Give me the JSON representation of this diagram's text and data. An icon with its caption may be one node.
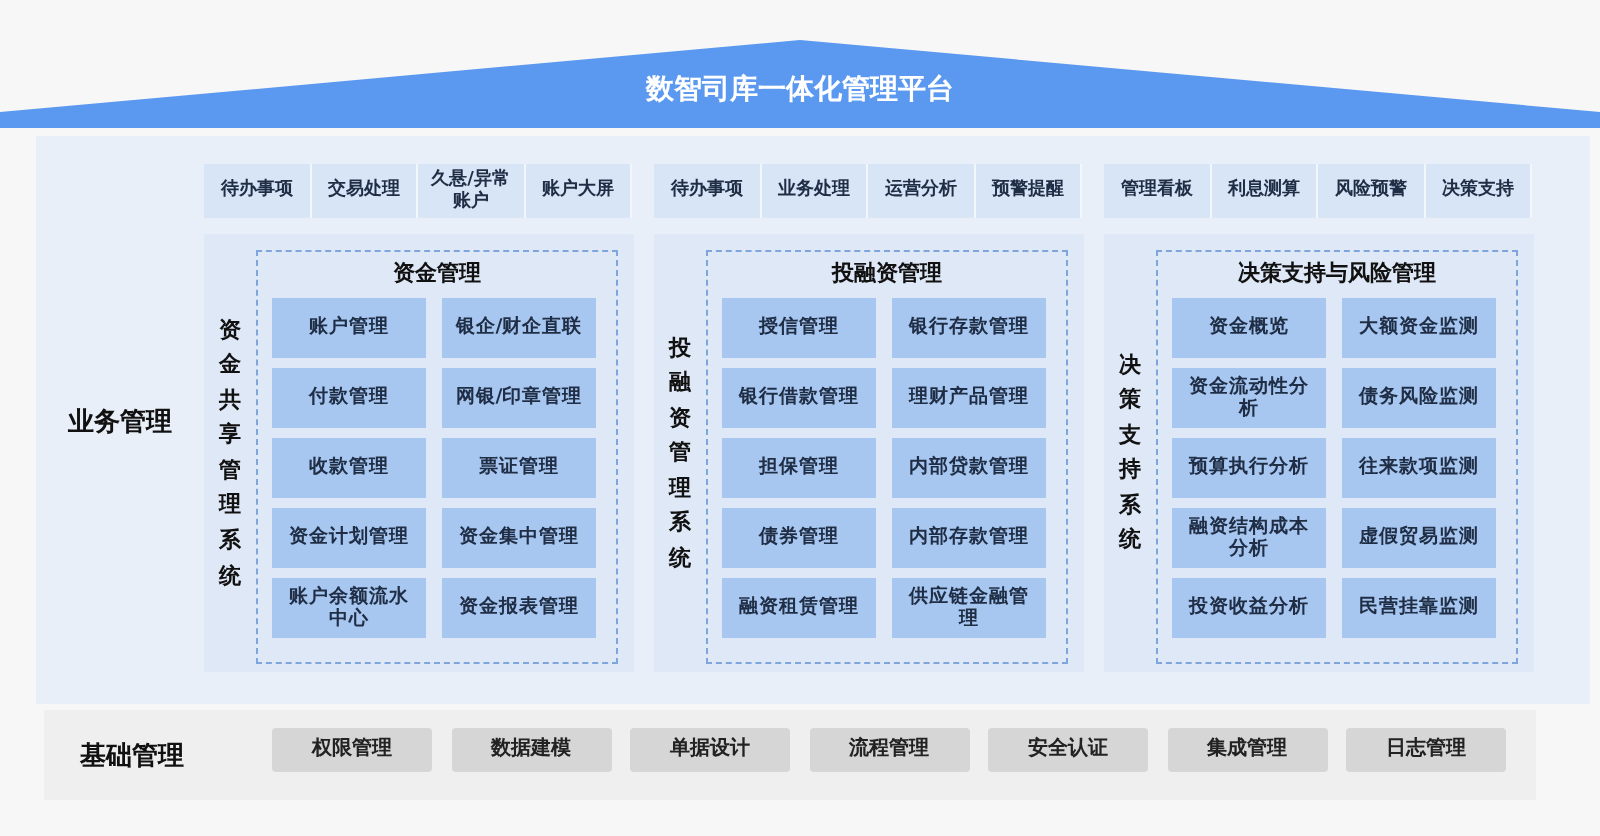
{
  "diagram": {
    "title": "数智司库一体化管理平台",
    "nodes": [
      {
        "text": [
          "业务管理"
        ]
      },
      {
        "text": [
          "待办事项"
        ],
        "in": 0
      },
      {
        "text": [
          "交易处理"
        ],
        "in": 0
      },
      {
        "text": [
          "久悬/异常账户"
        ],
        "in": 0
      },
      {
        "text": [
          "账户大屏"
        ],
        "in": 0
      },
      {
        "text": [
          "资金共享管理系统"
        ],
        "in": 0
      },
      {
        "text": [
          "资金管理"
        ],
        "in": 5
      },
      {
        "text": [
          "账户管理"
        ],
        "in": 6
      },
      {
        "text": [
          "银企/财企直联"
        ],
        "in": 6
      },
      {
        "text": [
          "付款管理"
        ],
        "in": 6
      },
      {
        "text": [
          "网银/印章管理"
        ],
        "in": 6
      },
      {
        "text": [
          "收款管理"
        ],
        "in": 6
      },
      {
        "text": [
          "票证管理"
        ],
        "in": 6
      },
      {
        "text": [
          "资金计划管理"
        ],
        "in": 6
      },
      {
        "text": [
          "资金集中管理"
        ],
        "in": 6
      },
      {
        "text": [
          "账户余额流水中心"
        ],
        "in": 6
      },
      {
        "text": [
          "资金报表管理"
        ],
        "in": 6
      },
      {
        "text": [
          "待办事项"
        ],
        "in": 0
      },
      {
        "text": [
          "业务处理"
        ],
        "in": 0
      },
      {
        "text": [
          "运营分析"
        ],
        "in": 0
      },
      {
        "text": [
          "预警提醒"
        ],
        "in": 0
      },
      {
        "text": [
          "投融资管理系统"
        ],
        "in": 0
      },
      {
        "text": [
          "投融资管理"
        ],
        "in": 21
      },
      {
        "text": [
          "授信管理"
        ],
        "in": 22
      },
      {
        "text": [
          "银行存款管理"
        ],
        "in": 22
      },
      {
        "text": [
          "银行借款管理"
        ],
        "in": 22
      },
      {
        "text": [
          "理财产品管理"
        ],
        "in": 22
      },
      {
        "text": [
          "担保管理"
        ],
        "in": 22
      },
      {
        "text": [
          "内部贷款管理"
        ],
        "in": 22
      },
      {
        "text": [
          "债券管理"
        ],
        "in": 22
      },
      {
        "text": [
          "内部存款管理"
        ],
        "in": 22
      },
      {
        "text": [
          "融资租赁管理"
        ],
        "in": 22
      },
      {
        "text": [
          "供应链金融管理"
        ],
        "in": 22
      },
      {
        "text": [
          "管理看板"
        ],
        "in": 0
      },
      {
        "text": [
          "利息测算"
        ],
        "in": 0
      },
      {
        "text": [
          "风险预警"
        ],
        "in": 0
      },
      {
        "text": [
          "决策支持"
        ],
        "in": 0
      },
      {
        "text": [
          "决策支持系统"
        ],
        "in": 0
      },
      {
        "text": [
          "决策支持与风险管理"
        ],
        "in": 37
      },
      {
        "text": [
          "资金概览"
        ],
        "in": 38
      },
      {
        "text": [
          "大额资金监测"
        ],
        "in": 38
      },
      {
        "text": [
          "资金流动性分析"
        ],
        "in": 38
      },
      {
        "text": [
          "债务风险监测"
        ],
        "in": 38
      },
      {
        "text": [
          "预算执行分析"
        ],
        "in": 38
      },
      {
        "text": [
          "往来款项监测"
        ],
        "in": 38
      },
      {
        "text": [
          "融资结构成本分析"
        ],
        "in": 38
      },
      {
        "text": [
          "虚假贸易监测"
        ],
        "in": 38
      },
      {
        "text": [
          "投资收益分析"
        ],
        "in": 38
      },
      {
        "text": [
          "民营挂靠监测"
        ],
        "in": 38
      },
      {
        "text": [
          "基础管理"
        ]
      },
      {
        "text": [
          "权限管理"
        ],
        "in": 49
      },
      {
        "text": [
          "数据建模"
        ],
        "in": 49
      },
      {
        "text": [
          "单据设计"
        ],
        "in": 49
      },
      {
        "text": [
          "流程管理"
        ],
        "in": 49
      },
      {
        "text": [
          "安全认证"
        ],
        "in": 49
      },
      {
        "text": [
          "集成管理"
        ],
        "in": 49
      },
      {
        "text": [
          "日志管理"
        ],
        "in": 49
      }
    ]
  }
}
